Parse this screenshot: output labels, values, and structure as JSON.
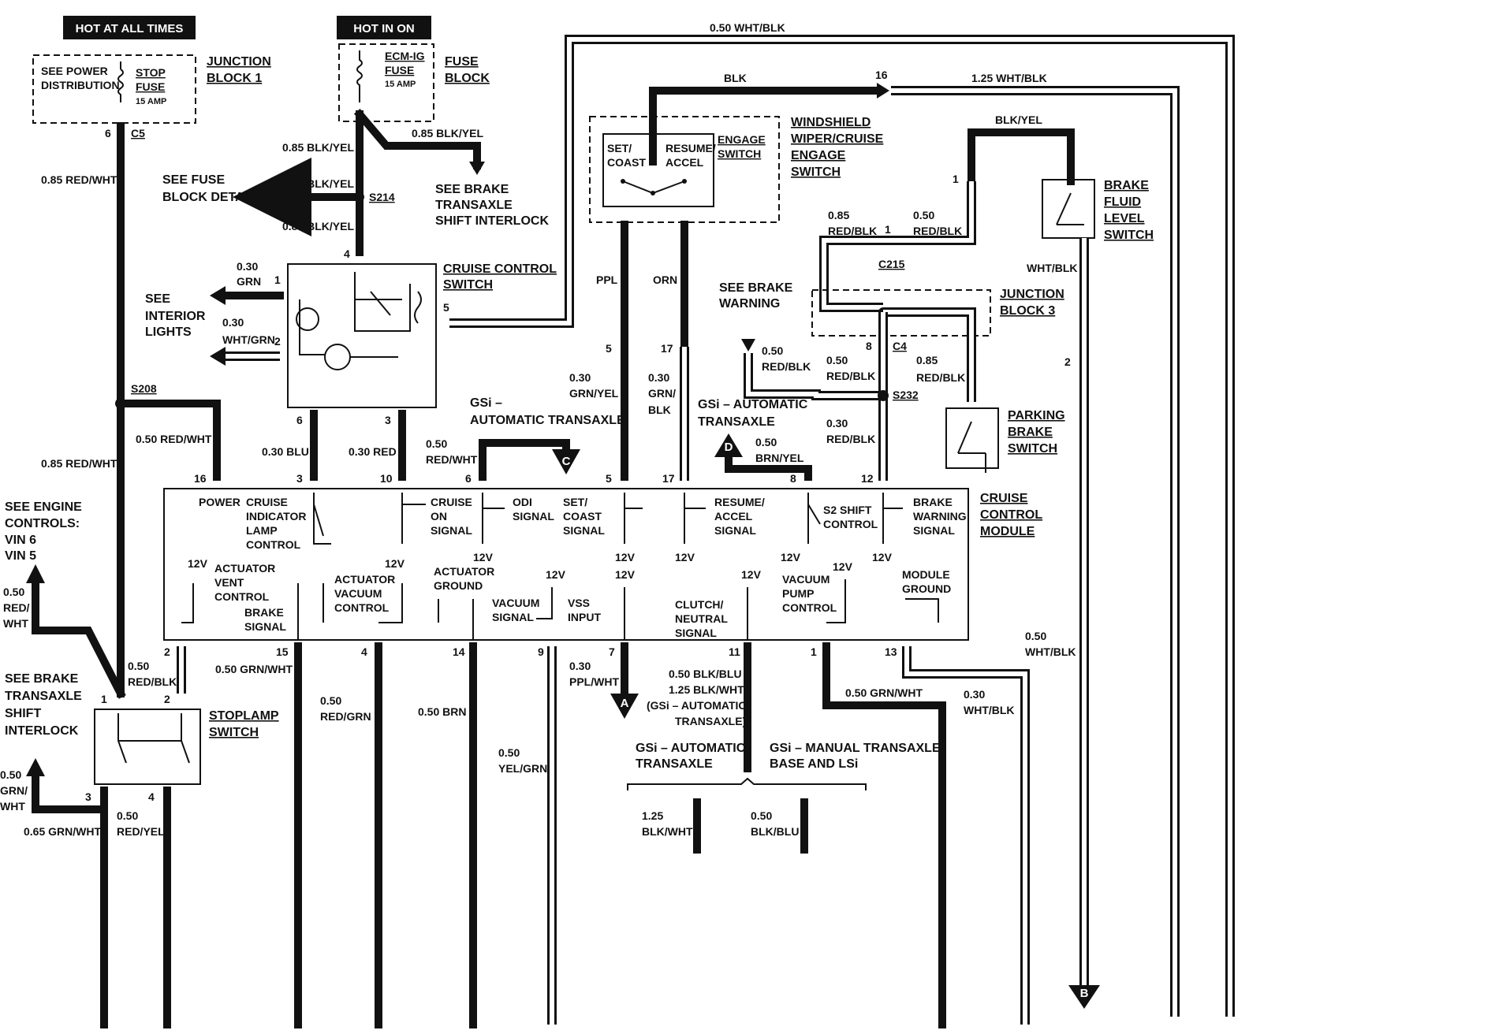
{
  "headers": {
    "hot_all_times": "HOT AT ALL TIMES",
    "hot_in_on": "HOT IN ON"
  },
  "junction_block1": {
    "inner_left": [
      "SEE POWER",
      "DISTRIBUTION"
    ],
    "inner_right": [
      "STOP",
      "FUSE",
      "15 AMP"
    ],
    "label": [
      "JUNCTION",
      "BLOCK 1"
    ],
    "pin": "6",
    "conn": "C5"
  },
  "fuse_block": {
    "inner": [
      "ECM-IG",
      "FUSE",
      "15 AMP"
    ],
    "label": [
      "FUSE",
      "BLOCK"
    ]
  },
  "wires": {
    "w085_red_wht_top": "0.85 RED/WHT",
    "w085_red_wht_bottom": "0.85 RED/WHT",
    "w085_blk_yel_a": "0.85 BLK/YEL",
    "w085_blk_yel_b": "0.85 BLK/YEL",
    "w085_blk_yel_c": "0.85 BLK/YEL",
    "w085_blk_yel_d": "0.85 BLK/YEL",
    "w050_wht_blk_top": "0.50 WHT/BLK",
    "blk": "BLK",
    "w125_wht_blk": "1.25 WHT/BLK",
    "blk_yel": "BLK/YEL",
    "wht_blk": "WHT/BLK",
    "ppl": "PPL",
    "orn": "ORN",
    "w030_grn": [
      "0.30",
      "GRN"
    ],
    "w030_wht_grn": [
      "0.30",
      "WHT/GRN"
    ],
    "w050_red_wht_s208": "0.50 RED/WHT",
    "w030_blu": "0.30 BLU",
    "w030_red": "0.30 RED",
    "w050_red_wht_c": [
      "0.50",
      "RED/WHT"
    ],
    "w030_grn_yel": [
      "0.30",
      "GRN/YEL"
    ],
    "w030_grn_blk": [
      "0.30",
      "GRN/",
      "BLK"
    ],
    "w050_brn_yel": [
      "0.50",
      "BRN/YEL"
    ],
    "w085_red_blk": [
      "0.85",
      "RED/BLK"
    ],
    "w050_red_blk_a": [
      "0.50",
      "RED/BLK"
    ],
    "w050_red_blk_b": [
      "0.50",
      "RED/BLK"
    ],
    "w050_red_blk_c": [
      "0.50",
      "RED/BLK"
    ],
    "w085_red_blk_b": [
      "0.85",
      "RED/BLK"
    ],
    "w030_red_blk": [
      "0.30",
      "RED/BLK"
    ],
    "w050_red_blk_stop": [
      "0.50",
      "RED/BLK"
    ],
    "w050_red_wht_eng": [
      "0.50",
      "RED/",
      "WHT"
    ],
    "w050_grn_wht_15": "0.50 GRN/WHT",
    "w050_red_grn": [
      "0.50",
      "RED/GRN"
    ],
    "w050_brn": "0.50 BRN",
    "w050_yel_grn": [
      "0.50",
      "YEL/GRN"
    ],
    "w030_ppl_wht": [
      "0.30",
      "PPL/WHT"
    ],
    "w_blk_blu_group": [
      "0.50 BLK/BLU",
      "1.25 BLK/WHT",
      "(GSi – AUTOMATIC",
      "TRANSAXLE)"
    ],
    "w050_grn_wht_1": "0.50 GRN/WHT",
    "w030_wht_blk": [
      "0.30",
      "WHT/BLK"
    ],
    "w050_wht_blk_right": [
      "0.50",
      "WHT/BLK"
    ],
    "w050_grn_wht_left": [
      "0.50",
      "GRN/",
      "WHT"
    ],
    "w065_grn_wht": "0.65 GRN/WHT",
    "w050_red_yel": [
      "0.50",
      "RED/YEL"
    ]
  },
  "notes": {
    "see_fuse_block": [
      "SEE FUSE",
      "BLOCK DETAILS"
    ],
    "see_brake_shift_top": [
      "SEE BRAKE",
      "TRANSAXLE",
      "SHIFT INTERLOCK"
    ],
    "see_interior": [
      "SEE",
      "INTERIOR",
      "LIGHTS"
    ],
    "see_brake_warning": [
      "SEE BRAKE",
      "WARNING"
    ],
    "gsi_auto_c": [
      "GSi –",
      "AUTOMATIC TRANSAXLE"
    ],
    "gsi_auto_d": [
      "GSi – AUTOMATIC",
      "TRANSAXLE"
    ],
    "see_engine": [
      "SEE ENGINE",
      "CONTROLS:",
      "VIN 6",
      "VIN 5"
    ],
    "see_brake_shift_bottom": [
      "SEE BRAKE",
      "TRANSAXLE",
      "SHIFT",
      "INTERLOCK"
    ],
    "gsi_auto_bottom": [
      "GSi – AUTOMATIC",
      "TRANSAXLE"
    ],
    "gsi_manual_bottom": [
      "GSi – MANUAL TRANSAXLE,",
      "BASE AND LSi"
    ],
    "legend_left": [
      "1.25",
      "BLK/WHT"
    ],
    "legend_right": [
      "0.50",
      "BLK/BLU"
    ]
  },
  "splices": {
    "s214": "S214",
    "s208": "S208",
    "s232": "S232"
  },
  "connectors": {
    "c215": "C215",
    "c4": "C4"
  },
  "components": {
    "cruise_switch": [
      "CRUISE CONTROL",
      "SWITCH"
    ],
    "engage_switch": [
      "ENGAGE",
      "SWITCH"
    ],
    "set_coast": [
      "SET/",
      "COAST"
    ],
    "resume_accel": [
      "RESUME/",
      "ACCEL"
    ],
    "wiper_switch": [
      "WINDSHIELD",
      "WIPER/CRUISE",
      "ENGAGE",
      "SWITCH"
    ],
    "brake_fluid": [
      "BRAKE",
      "FLUID",
      "LEVEL",
      "SWITCH"
    ],
    "junction_block3": [
      "JUNCTION",
      "BLOCK 3"
    ],
    "parking_brake": [
      "PARKING",
      "BRAKE",
      "SWITCH"
    ],
    "cruise_module": [
      "CRUISE",
      "CONTROL",
      "MODULE"
    ],
    "stoplamp": [
      "STOPLAMP",
      "SWITCH"
    ]
  },
  "module_labels": {
    "power": "POWER",
    "cruise_indicator": [
      "CRUISE",
      "INDICATOR",
      "LAMP",
      "CONTROL"
    ],
    "cruise_on": [
      "CRUISE",
      "ON",
      "SIGNAL"
    ],
    "odi": [
      "ODI",
      "SIGNAL"
    ],
    "set_coast": [
      "SET/",
      "COAST",
      "SIGNAL"
    ],
    "resume_accel": [
      "RESUME/",
      "ACCEL",
      "SIGNAL"
    ],
    "s2_shift": [
      "S2 SHIFT",
      "CONTROL"
    ],
    "brake_warning": [
      "BRAKE",
      "WARNING",
      "SIGNAL"
    ],
    "actuator_vent": [
      "ACTUATOR",
      "VENT",
      "CONTROL"
    ],
    "brake_signal": [
      "BRAKE",
      "SIGNAL"
    ],
    "actuator_vacuum": [
      "ACTUATOR",
      "VACUUM",
      "CONTROL"
    ],
    "actuator_ground": [
      "ACTUATOR",
      "GROUND"
    ],
    "vacuum_signal": [
      "VACUUM",
      "SIGNAL"
    ],
    "vss": [
      "VSS",
      "INPUT"
    ],
    "clutch": [
      "CLUTCH/",
      "NEUTRAL",
      "SIGNAL"
    ],
    "vacuum_pump": [
      "VACUUM",
      "PUMP",
      "CONTROL"
    ],
    "module_ground": [
      "MODULE",
      "GROUND"
    ],
    "v12": "12V"
  },
  "pins": {
    "p16_top": "16",
    "p1_gr": "1",
    "p2_wg": "2",
    "p5_cs": "5",
    "p4_cs": "4",
    "p6_cs": "6",
    "p3_cs": "3",
    "p1_bf": "1",
    "p1_c215": "1",
    "p5_eng": "5",
    "p17_eng": "17",
    "p8_c4": "8",
    "p2_bf": "2",
    "m16": "16",
    "m3": "3",
    "m10": "10",
    "m6": "6",
    "m5": "5",
    "m17": "17",
    "m8": "8",
    "m12": "12",
    "b2": "2",
    "b15": "15",
    "b4": "4",
    "b14": "14",
    "b9": "9",
    "b7": "7",
    "b11": "11",
    "b1": "1",
    "b13": "13",
    "s1": "1",
    "s2": "2",
    "s3": "3",
    "s4": "4",
    "p6_jb": "6"
  },
  "off_page": {
    "a": "A",
    "b": "B",
    "c": "C",
    "d": "D"
  }
}
